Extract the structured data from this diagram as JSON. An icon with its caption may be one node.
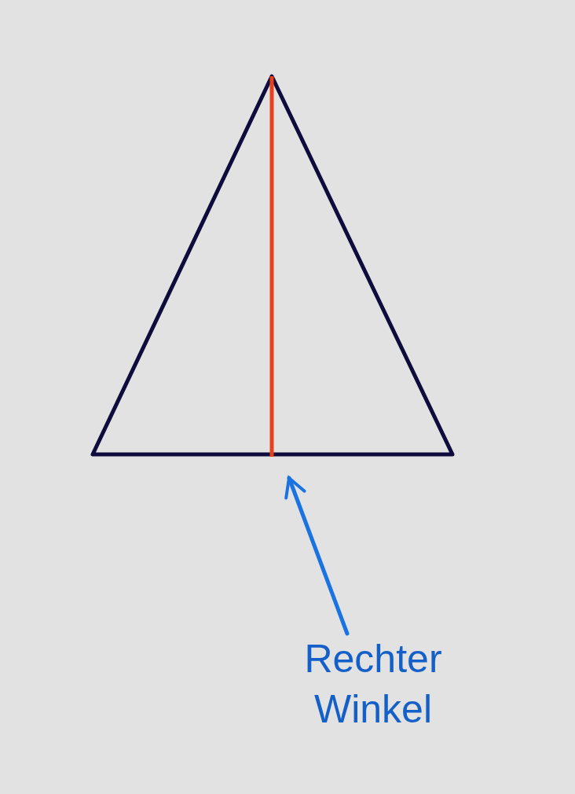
{
  "diagram": {
    "nodes": [
      {
        "text": [],
        "shape": "triangle"
      },
      {
        "text": [
          "Rechter Winkel"
        ]
      }
    ],
    "edges": [
      {
        "from": 1,
        "to": 0,
        "arrow": "to",
        "color": "#1a73e0"
      }
    ]
  }
}
